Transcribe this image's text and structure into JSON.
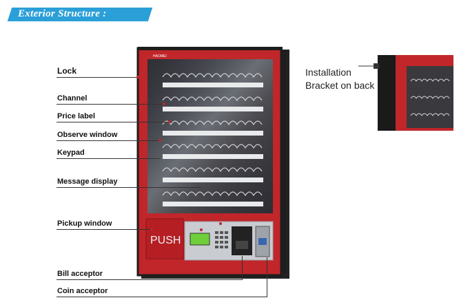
{
  "header": {
    "title": "Exterior Structure :"
  },
  "labels": {
    "lock": "Lock",
    "channel": "Channel",
    "price_label": "Price label",
    "observe_window": "Observe window",
    "keypad": "Keypad",
    "message_display": "Message display",
    "pickup_window": "Pickup window",
    "bill_acceptor": "Bill acceptor",
    "coin_acceptor": "Coin acceptor"
  },
  "callout": {
    "line1": "Installation",
    "line2": "Bracket on back"
  },
  "machine": {
    "push_label": "PUSH",
    "brand_tag": "HAOMEI"
  },
  "colors": {
    "banner": "#2a9fd8",
    "cabinet_red": "#c0262a",
    "frame_dark": "#1c1c1c"
  }
}
